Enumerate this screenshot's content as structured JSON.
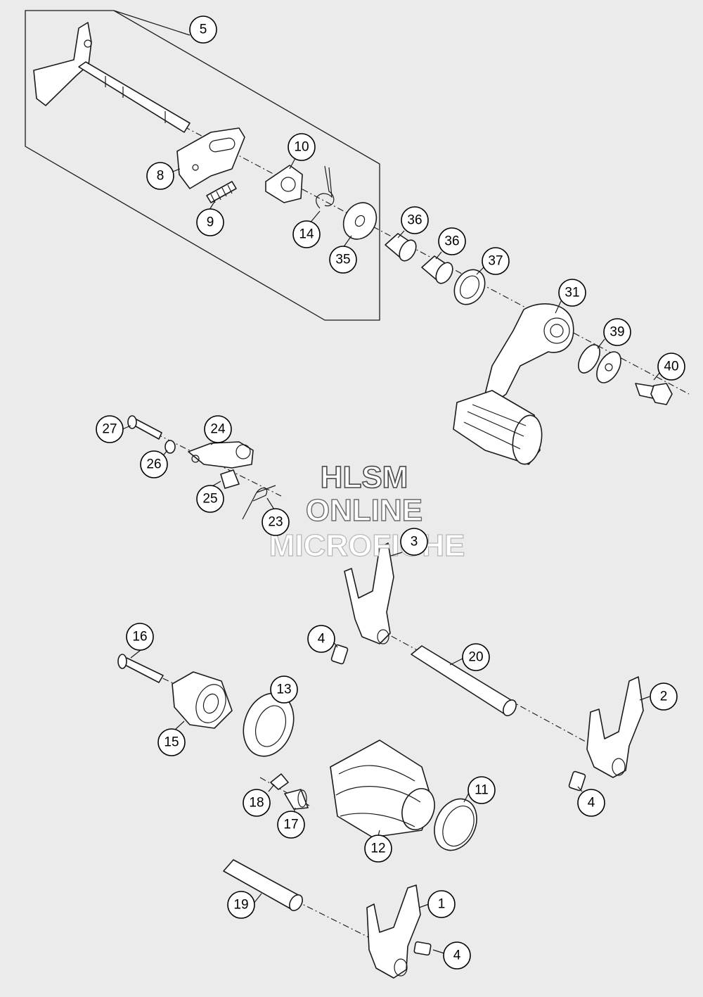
{
  "watermark": {
    "line1": "HLSM",
    "line2": "ONLINE",
    "line3": "MICROFICHE"
  },
  "callouts": [
    {
      "id": "c5",
      "label": "5"
    },
    {
      "id": "c10",
      "label": "10"
    },
    {
      "id": "c8",
      "label": "8"
    },
    {
      "id": "c9",
      "label": "9"
    },
    {
      "id": "c14",
      "label": "14"
    },
    {
      "id": "c35",
      "label": "35"
    },
    {
      "id": "c36a",
      "label": "36"
    },
    {
      "id": "c36b",
      "label": "36"
    },
    {
      "id": "c37",
      "label": "37"
    },
    {
      "id": "c31",
      "label": "31"
    },
    {
      "id": "c39",
      "label": "39"
    },
    {
      "id": "c40",
      "label": "40"
    },
    {
      "id": "c27",
      "label": "27"
    },
    {
      "id": "c24",
      "label": "24"
    },
    {
      "id": "c26",
      "label": "26"
    },
    {
      "id": "c25",
      "label": "25"
    },
    {
      "id": "c23",
      "label": "23"
    },
    {
      "id": "c3",
      "label": "3"
    },
    {
      "id": "c4a",
      "label": "4"
    },
    {
      "id": "c20",
      "label": "20"
    },
    {
      "id": "c16",
      "label": "16"
    },
    {
      "id": "c2",
      "label": "2"
    },
    {
      "id": "c13",
      "label": "13"
    },
    {
      "id": "c15",
      "label": "15"
    },
    {
      "id": "c11",
      "label": "11"
    },
    {
      "id": "c4b",
      "label": "4"
    },
    {
      "id": "c18",
      "label": "18"
    },
    {
      "id": "c17",
      "label": "17"
    },
    {
      "id": "c12",
      "label": "12"
    },
    {
      "id": "c1",
      "label": "1"
    },
    {
      "id": "c19",
      "label": "19"
    },
    {
      "id": "c4c",
      "label": "4"
    }
  ]
}
